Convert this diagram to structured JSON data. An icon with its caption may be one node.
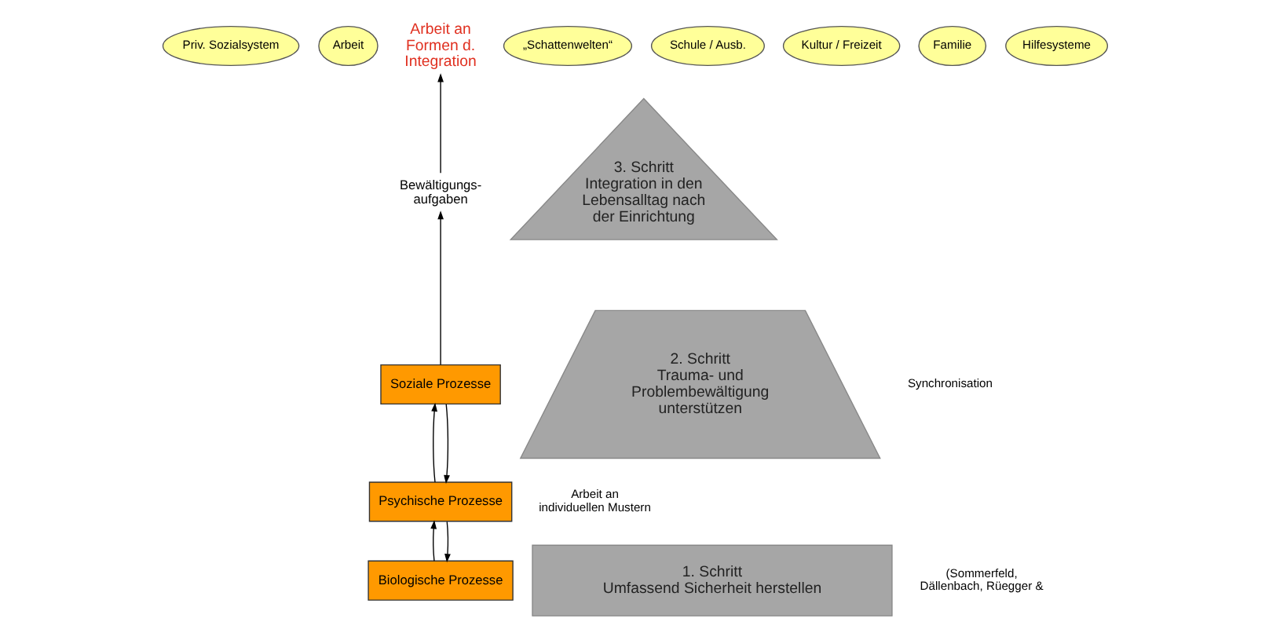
{
  "diagram": {
    "nodes": [
      {
        "text": [
          "Priv. Sozialsystem"
        ]
      },
      {
        "text": [
          "Arbeit"
        ]
      },
      {
        "text": [
          "Arbeit an Formen d. Integration"
        ]
      },
      {
        "text": [
          "„Schattenwelten“"
        ]
      },
      {
        "text": [
          "Schule / Ausb."
        ]
      },
      {
        "text": [
          "Kultur / Freizeit"
        ]
      },
      {
        "text": [
          "Familie"
        ]
      },
      {
        "text": [
          "Hilfesysteme"
        ]
      },
      {
        "text": [
          "Bewältigungs- aufgaben"
        ]
      },
      {
        "text": [
          "Soziale Prozesse"
        ]
      },
      {
        "text": [
          "Psychische Prozesse"
        ]
      },
      {
        "text": [
          "Biologische Prozesse"
        ]
      },
      {
        "text": [
          "3. Schritt",
          "Integration in den Lebensalltag nach der Einrichtung"
        ]
      },
      {
        "text": [
          "2. Schritt",
          "Trauma- und Problembewältigung unterstützen"
        ]
      },
      {
        "text": [
          "1. Schritt",
          "Umfassend Sicherheit herstellen"
        ]
      }
    ],
    "edges": [
      {
        "from": 8,
        "to": 2,
        "arrow": "to"
      },
      {
        "from": 9,
        "to": 8,
        "arrow": "to"
      },
      {
        "from": 9,
        "to": 10,
        "arrow": "to"
      },
      {
        "from": 10,
        "to": 9,
        "arrow": "to"
      },
      {
        "from": 10,
        "to": 11,
        "arrow": "to"
      },
      {
        "from": 11,
        "to": 10,
        "arrow": "to"
      }
    ],
    "labels": [
      "Synchronisation",
      "Arbeit an individuellen Mustern",
      "(Sommerfeld, Dällenbach, Rüegger &"
    ]
  }
}
